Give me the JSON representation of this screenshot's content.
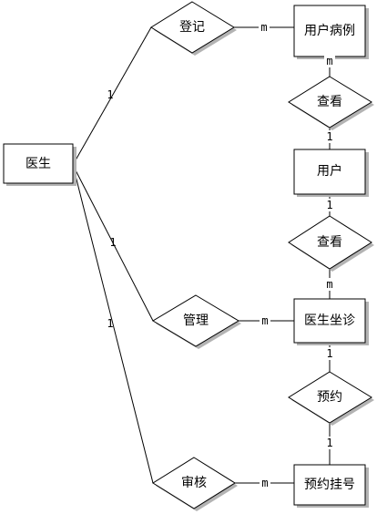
{
  "entities": {
    "doctor": "医生",
    "user_record": "用户病例",
    "user": "用户",
    "doctor_clinic": "医生坐诊",
    "appointment": "预约挂号"
  },
  "relationships": {
    "register": "登记",
    "view_record": "查看",
    "view_clinic": "查看",
    "manage": "管理",
    "book": "预约",
    "review": "审核"
  },
  "cardinalities": {
    "doctor_register": "1",
    "register_record": "m",
    "record_view": "m",
    "view_user": "1",
    "user_view2": "1",
    "view2_clinic": "m",
    "doctor_manage": "1",
    "manage_clinic": "m",
    "clinic_book": "1",
    "book_appointment": "1",
    "doctor_review": "1",
    "review_appointment": "m"
  }
}
